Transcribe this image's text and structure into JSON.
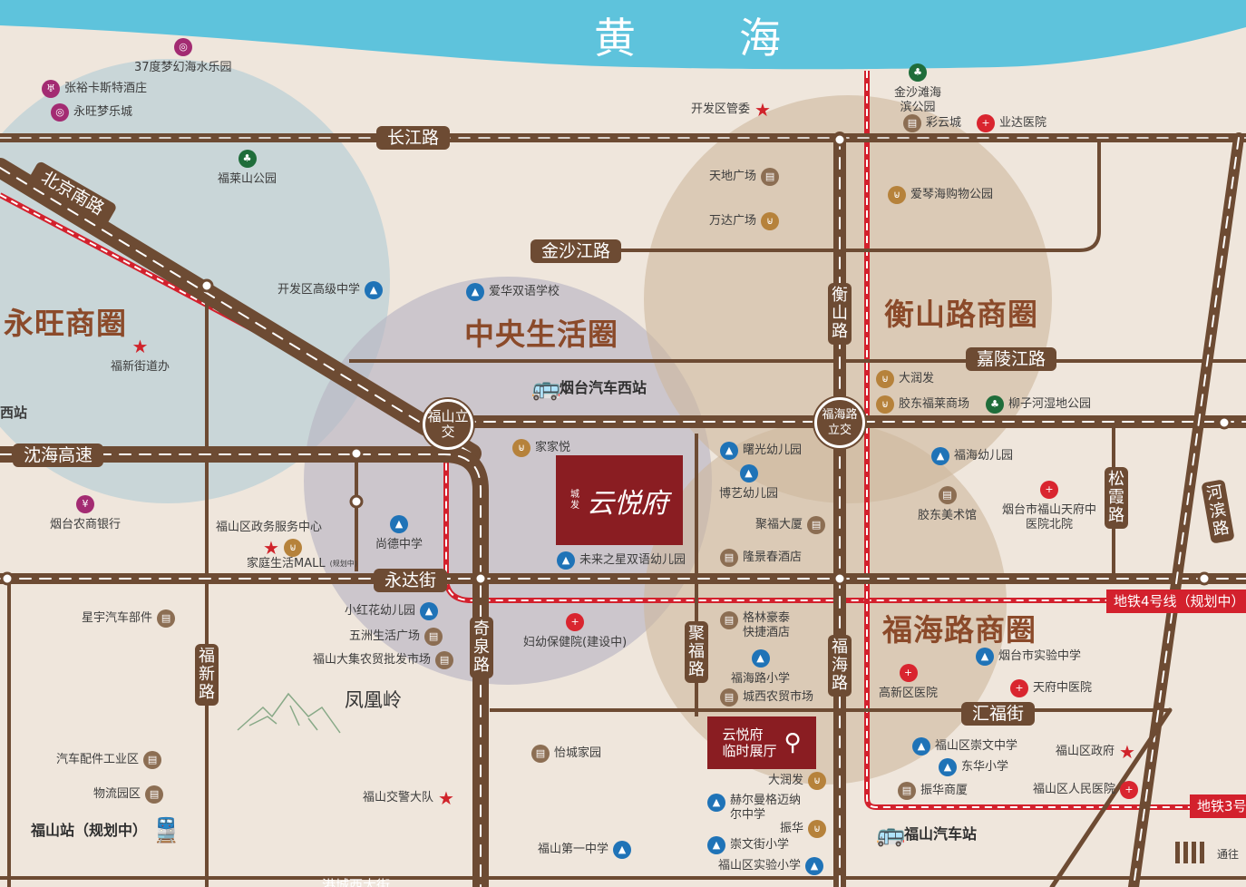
{
  "sea": {
    "char1": "黄",
    "char2": "海"
  },
  "roads": {
    "changjiang": "长江路",
    "beijingnan": "北京南路",
    "jinshajiang": "金沙江路",
    "jialingjiang": "嘉陵江路",
    "shenhai": "沈海高速",
    "yongda": "永达街",
    "huifu": "汇福街",
    "hengshan": "衡山路",
    "qiquan": "奇泉路",
    "jufu": "聚福路",
    "fuhai": "福海路",
    "fuxin": "福新路",
    "songxia": "松霞路",
    "hebin": "河滨路"
  },
  "interchanges": {
    "fushan": "福山立交",
    "fuhai": "福海路立交"
  },
  "zones": {
    "yongwang": "永旺商圈",
    "central": "中央生活圈",
    "hengshan": "衡山路商圈",
    "fuhai": "福海路商圈"
  },
  "project": {
    "developer": "城发",
    "name": "云悦府"
  },
  "showroom": {
    "line1": "云悦府",
    "line2": "临时展厅"
  },
  "metro": {
    "line4": "地铁4号线（规划中）",
    "line3": "地铁3号"
  },
  "mountain": "凤凰岭",
  "partial": {
    "west_station": "西站",
    "bottom_road": "港城西大街",
    "to_text": "通往"
  },
  "pois": {
    "p1": "37度梦幻海水乐园",
    "p2": "张裕卡斯特酒庄",
    "p3": "永旺梦乐城",
    "p4": "福莱山公园",
    "p5": "开发区高级中学",
    "p6": "福新街道办",
    "p7": "爱华双语学校",
    "p8": "烟台汽车西站",
    "p9": "家家悦",
    "p10": "烟台农商银行",
    "p11": "福山区政务服务中心",
    "p12": "家庭生活MALL",
    "p12b": "(规划中)",
    "p13": "尚德中学",
    "p14": "未来之星双语幼儿园",
    "p15": "小红花幼儿园",
    "p16": "五洲生活广场",
    "p17": "福山大集农贸批发市场",
    "p18": "星宇汽车部件",
    "p19": "妇幼保健院(建设中)",
    "p20": "汽车配件工业区",
    "p21": "物流园区",
    "p22": "福山站（规划中）",
    "p23": "福山交警大队",
    "p24": "怡城家园",
    "p25": "福山第一中学",
    "p26": "开发区管委",
    "p27": "天地广场",
    "p28": "万达广场",
    "p29": "金沙滩海滨公园",
    "p30": "彩云城",
    "p31": "业达医院",
    "p32": "爱琴海购物公园",
    "p33": "大润发",
    "p34": "胶东福莱商场",
    "p35": "柳子河湿地公园",
    "p36": "曙光幼儿园",
    "p37": "博艺幼儿园",
    "p38": "聚福大厦",
    "p39": "隆景春酒店",
    "p40": "福海幼儿园",
    "p41": "胶东美术馆",
    "p42": "烟台市福山天府中医院北院",
    "p43": "格林豪泰快捷酒店",
    "p44": "福海路小学",
    "p45": "城西农贸市场",
    "p46": "烟台市实验中学",
    "p47": "高新区医院",
    "p48": "天府中医院",
    "p49": "福山区崇文中学",
    "p50": "东华小学",
    "p51": "福山区政府",
    "p52": "振华商厦",
    "p53": "福山区人民医院",
    "p54": "大润发",
    "p55": "赫尔曼格迈纳尔中学",
    "p56": "振华",
    "p57": "崇文街小学",
    "p58": "福山区实验小学",
    "p59": "福山汽车站"
  },
  "colors": {
    "sea": "#5ec3dc",
    "road": "#6d4b33",
    "metro": "#d3212d",
    "project": "#8a1d22",
    "land": "#efe6dc"
  }
}
